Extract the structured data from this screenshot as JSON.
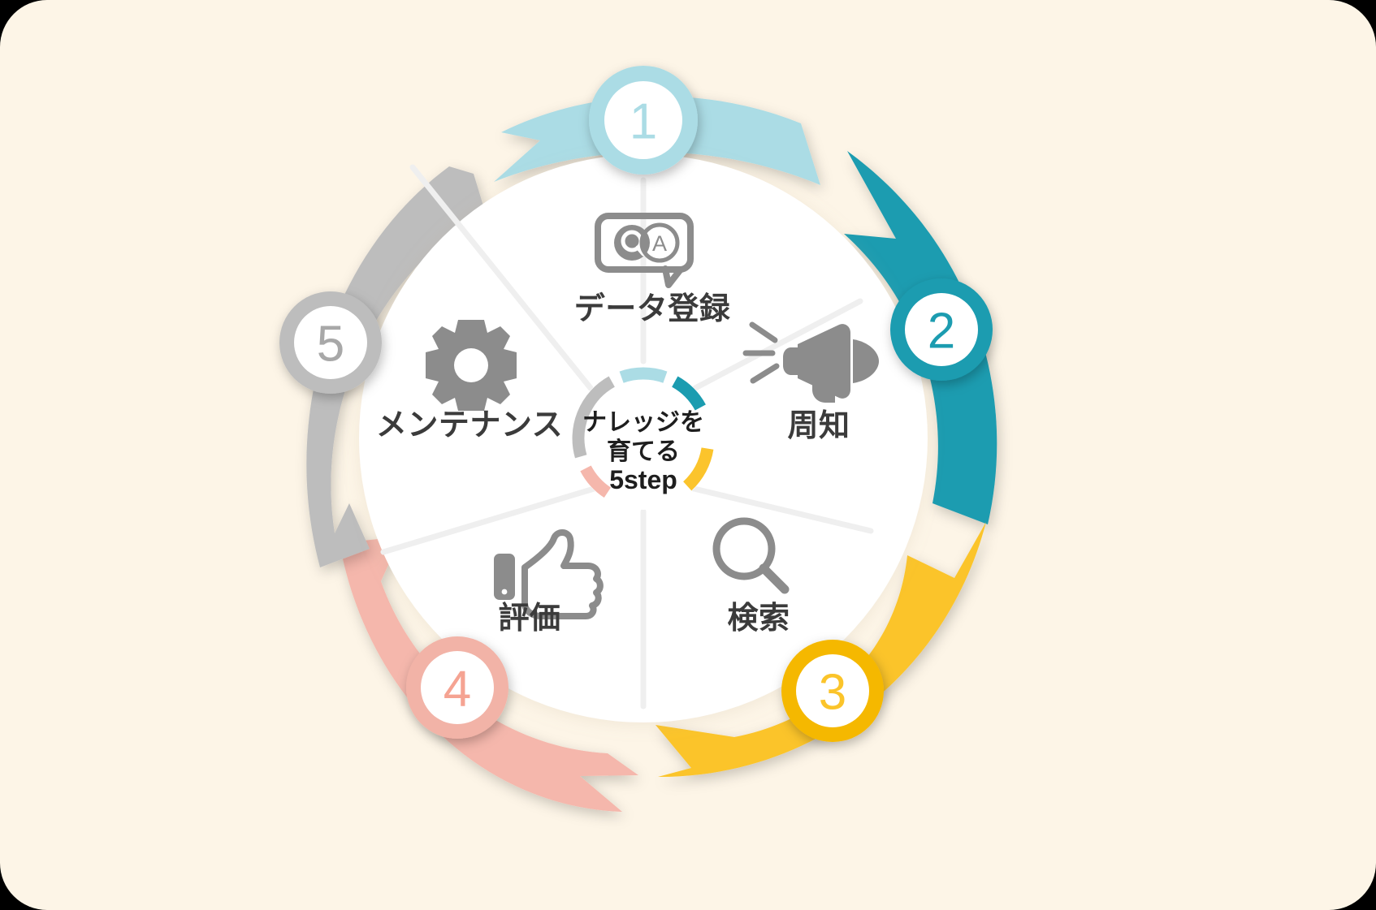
{
  "background_color": "#FDF5E7",
  "center": {
    "lines": [
      "ナレッジを",
      "育てる",
      "5step"
    ],
    "ring_segments": [
      {
        "step": 1,
        "color": "#ABDCE5"
      },
      {
        "step": 2,
        "color": "#1B9CB0"
      },
      {
        "step": 3,
        "color": "#FBC42C"
      },
      {
        "step": 4,
        "color": "#F5B7AC"
      },
      {
        "step": 5,
        "color": "#BDBDBD"
      }
    ]
  },
  "steps": [
    {
      "number": "1",
      "label": "データ登録",
      "icon": "qa-speech-bubble-icon",
      "arrow_color": "#ABDCE5",
      "badge_ring_color": "#ABDCE5",
      "badge_number_color": "#ABDCE5"
    },
    {
      "number": "2",
      "label": "周知",
      "icon": "megaphone-icon",
      "arrow_color": "#1B9CB0",
      "badge_ring_color": "#1B9CB0",
      "badge_number_color": "#1B9CB0"
    },
    {
      "number": "3",
      "label": "検索",
      "icon": "magnifier-icon",
      "arrow_color": "#FBC42C",
      "badge_ring_color": "#F5B800",
      "badge_number_color": "#FBC42C"
    },
    {
      "number": "4",
      "label": "評価",
      "icon": "thumbs-up-icon",
      "arrow_color": "#F5B7AC",
      "badge_ring_color": "#F2B3A7",
      "badge_number_color": "#F5A392"
    },
    {
      "number": "5",
      "label": "メンテナンス",
      "icon": "gear-icon",
      "arrow_color": "#BDBDBD",
      "badge_ring_color": "#BDBDBD",
      "badge_number_color": "#A8A8A8"
    }
  ],
  "icon_color": "#8C8C8C",
  "wheel": {
    "disc_color": "#FFFFFF",
    "divider_color": "#EFEFEF"
  }
}
